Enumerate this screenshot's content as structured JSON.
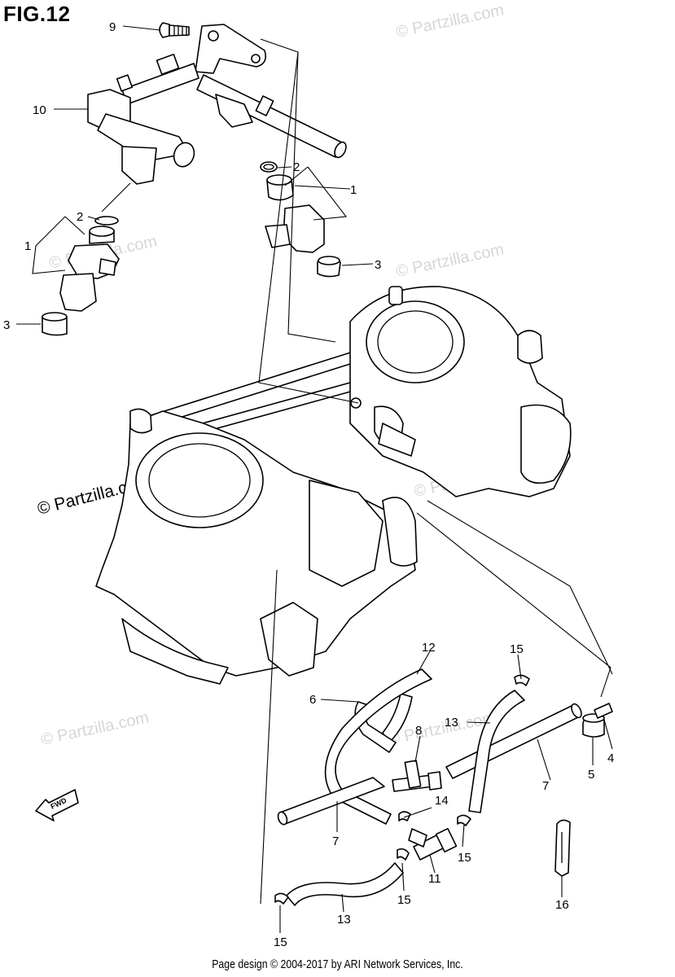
{
  "figure": {
    "title": "FIG.12"
  },
  "footer": {
    "text": "Page design © 2004-2017 by ARI Network Services, Inc."
  },
  "watermark": {
    "text": "© Partzilla.com",
    "color": "#d6d6d6"
  },
  "fwd_label": "FWD",
  "callouts": {
    "c1a": "1",
    "c1b": "1",
    "c2a": "2",
    "c2b": "2",
    "c3a": "3",
    "c3b": "3",
    "c4": "4",
    "c5": "5",
    "c6": "6",
    "c7a": "7",
    "c7b": "7",
    "c8": "8",
    "c9": "9",
    "c10": "10",
    "c11": "11",
    "c12": "12",
    "c13a": "13",
    "c13b": "13",
    "c14": "14",
    "c15a": "15",
    "c15b": "15",
    "c15c": "15",
    "c15d": "15",
    "c16": "16"
  }
}
